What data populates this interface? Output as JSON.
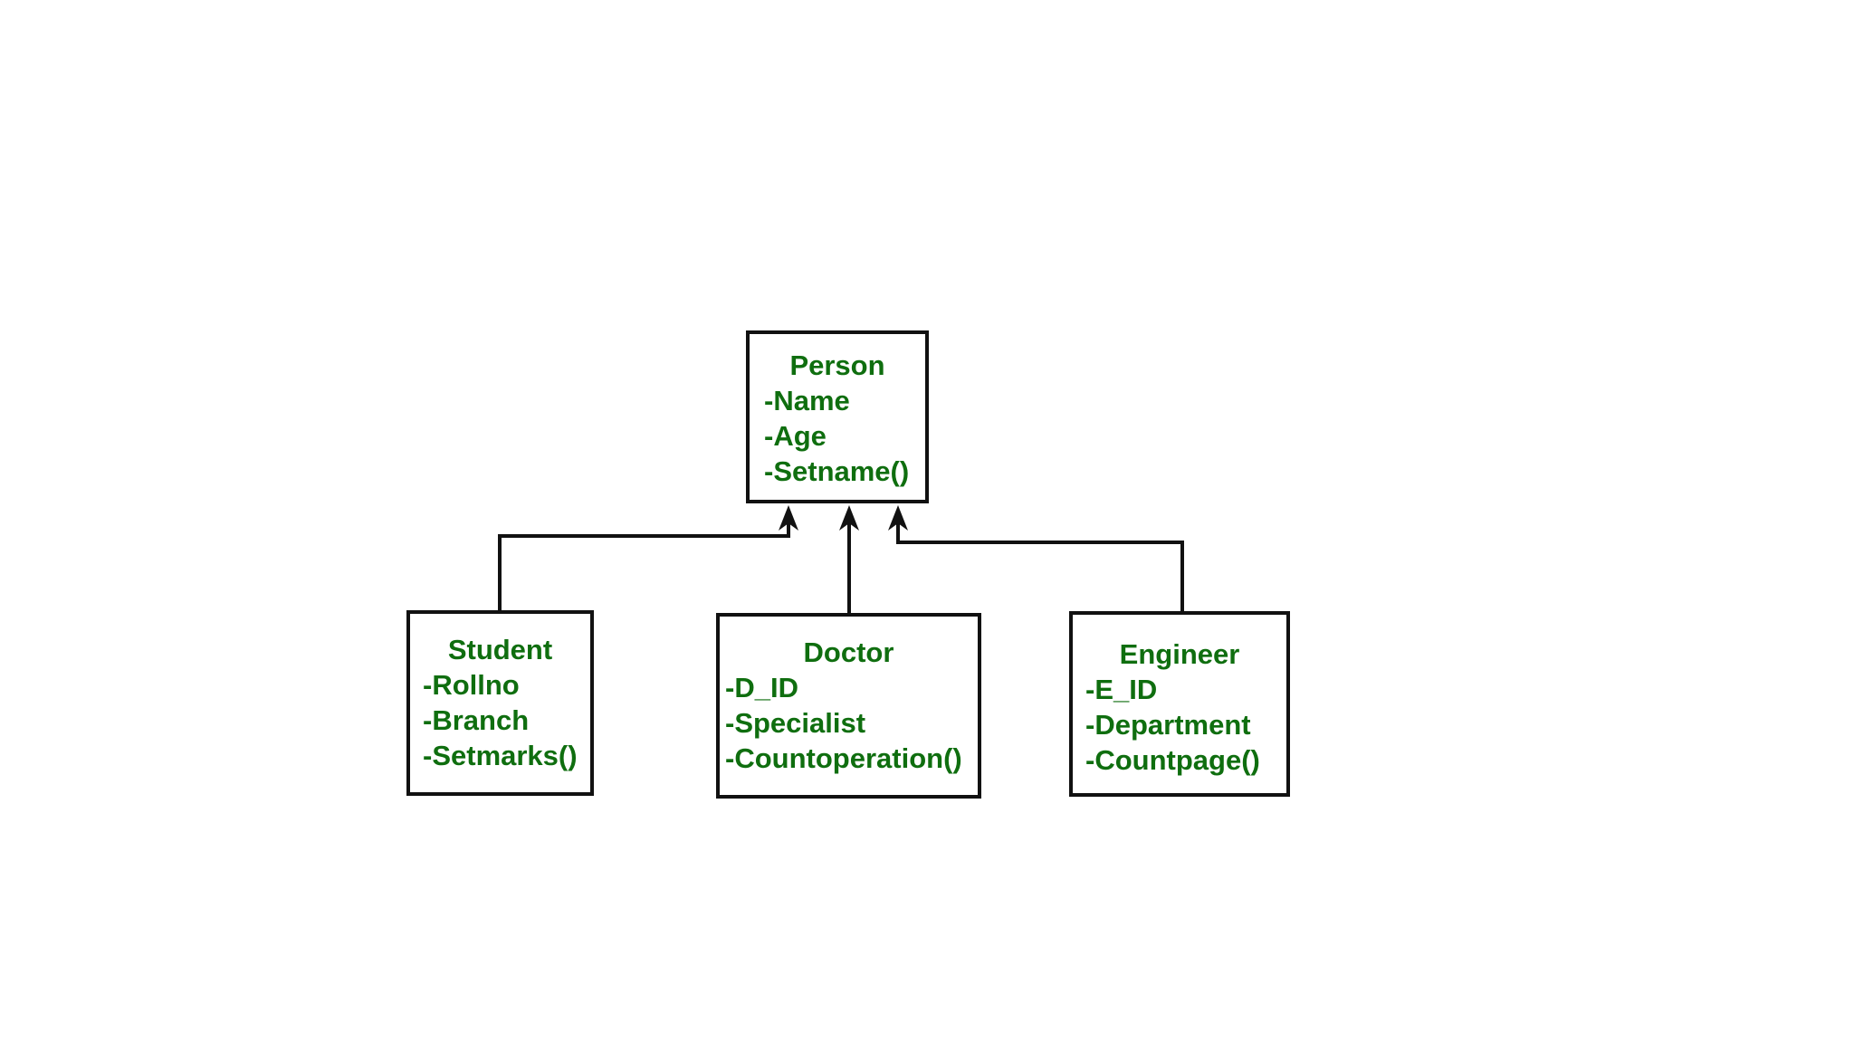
{
  "diagram": {
    "text_color": "#0f6e0f",
    "line_color": "#111111",
    "classes": [
      {
        "id": "person",
        "name": "Person",
        "members": [
          "-Name",
          "-Age",
          "-Setname()"
        ]
      },
      {
        "id": "student",
        "name": "Student",
        "members": [
          "-Rollno",
          "-Branch",
          "-Setmarks()"
        ]
      },
      {
        "id": "doctor",
        "name": "Doctor",
        "members": [
          "-D_ID",
          "-Specialist",
          "-Countoperation()"
        ]
      },
      {
        "id": "engineer",
        "name": "Engineer",
        "members": [
          "-E_ID",
          "-Department",
          "-Countpage()"
        ]
      }
    ],
    "relationships": [
      {
        "from": "Student",
        "to": "Person",
        "type": "inheritance"
      },
      {
        "from": "Doctor",
        "to": "Person",
        "type": "inheritance"
      },
      {
        "from": "Engineer",
        "to": "Person",
        "type": "inheritance"
      }
    ]
  }
}
